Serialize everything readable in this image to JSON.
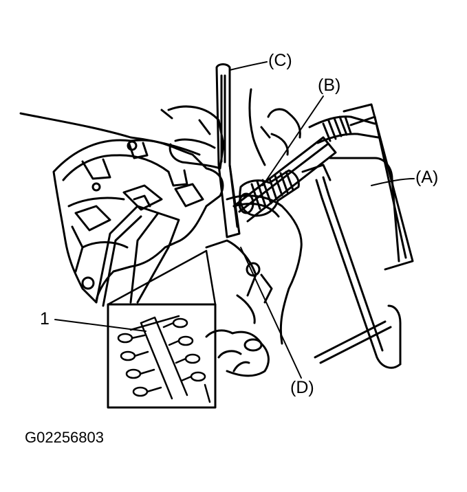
{
  "figure": {
    "callouts": {
      "a": "(A)",
      "b": "(B)",
      "c": "(C)",
      "d": "(D)",
      "one": "1"
    },
    "code": "G02256803"
  },
  "colors": {
    "ink": "#000000",
    "paper": "#ffffff"
  }
}
